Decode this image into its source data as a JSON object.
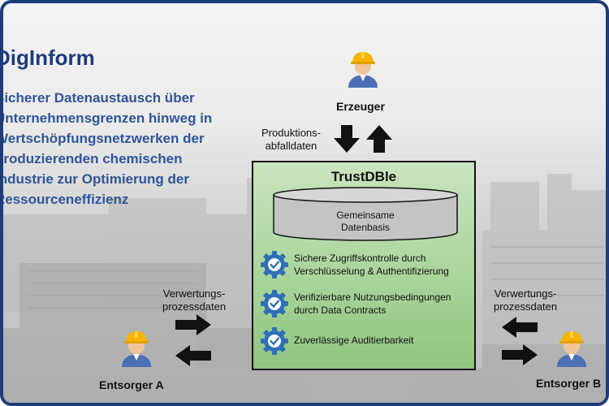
{
  "header": {
    "title": "DigInform",
    "subtitle_lines": [
      "Sicherer Datenaustausch über",
      "Unternehmensgrenzen hinweg in",
      "Wertschöpfungsnetzwerken der",
      "produzierenden chemischen",
      "Industrie zur Optimierung der",
      "Ressourceneffizienz"
    ]
  },
  "actors": {
    "producer": "Erzeuger",
    "disposer_a": "Entsorger A",
    "disposer_b": "Entsorger B"
  },
  "flows": {
    "production_waste": [
      "Produktions-",
      "abfalldaten"
    ],
    "recycling_a": [
      "Verwertungs-",
      "prozessdaten"
    ],
    "recycling_b": [
      "Verwertungs-",
      "prozessdaten"
    ]
  },
  "platform": {
    "title": "TrustDBle",
    "database": [
      "Gemeinsame",
      "Datenbasis"
    ],
    "features": [
      {
        "lines": [
          "Sichere Zugriffskontrolle durch",
          "Verschlüsselung & Authentifizierung"
        ],
        "icon": "gear-check-icon"
      },
      {
        "lines": [
          "Verifizierbare Nutzungsbedingungen",
          "durch Data Contracts"
        ],
        "icon": "gear-check-icon"
      },
      {
        "lines": [
          "Zuverlässige Auditierbarkeit"
        ],
        "icon": "gear-check-icon"
      }
    ]
  },
  "colors": {
    "title": "#1f3c7a",
    "subtitle": "#2f5597",
    "platform_fill": "#a9d59b",
    "database_fill": "#bfbfbf",
    "badge": "#2f6fb7",
    "helmet": "#f5b400",
    "shirt": "#4a6fb5"
  }
}
